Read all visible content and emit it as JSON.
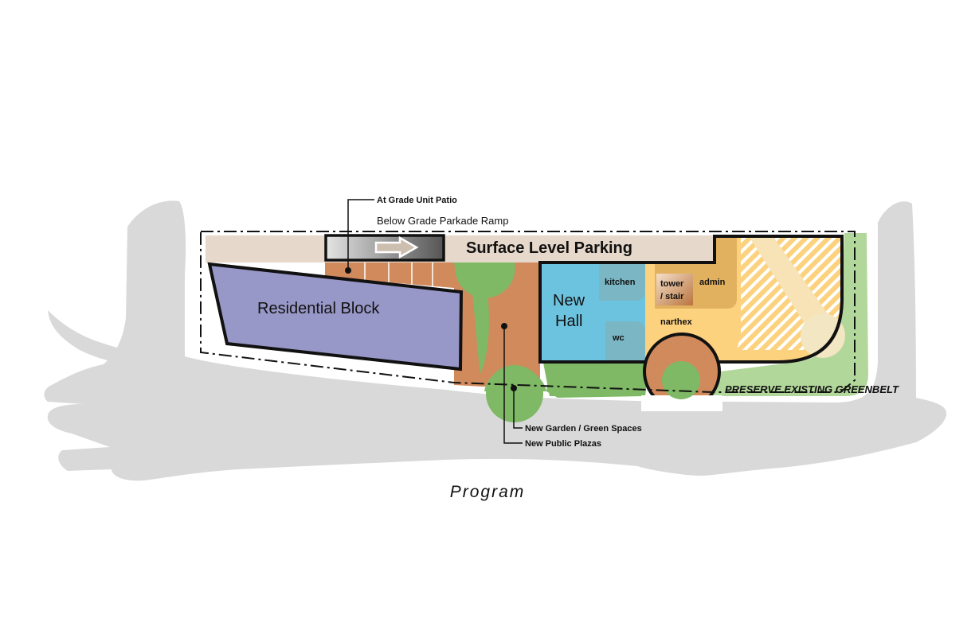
{
  "labels": {
    "at_grade_unit_patio": "At Grade Unit Patio",
    "below_grade_parkade_ramp": "Below Grade Parkade Ramp",
    "surface_level_parking": "Surface Level Parking",
    "residential_block": "Residential Block",
    "new_hall_line1": "New",
    "new_hall_line2": "Hall",
    "kitchen": "kitchen",
    "wc": "wc",
    "tower_line1": "tower",
    "tower_line2": "/ stair",
    "admin": "admin",
    "narthex": "narthex",
    "preserve_existing_greenbelt": "PRESERVE EXISTING GREENBELT",
    "new_garden_green_spaces": "New Garden / Green Spaces",
    "new_public_plazas": "New Public Plazas",
    "caption": "Program"
  },
  "colors": {
    "context_gray": "#d9d9d9",
    "parking_beige": "#e6d8ca",
    "residential_purple": "#9797c8",
    "plaza_brown": "#d08a5c",
    "garden_green": "#7fb965",
    "greenbelt_light_green": "#b2d79a",
    "hall_blue": "#6cc3df",
    "service_teal": "#7ab6c4",
    "narthex_yellow": "#fdd27e",
    "admin_tan": "#e2b15f",
    "outline_black": "#111111"
  }
}
